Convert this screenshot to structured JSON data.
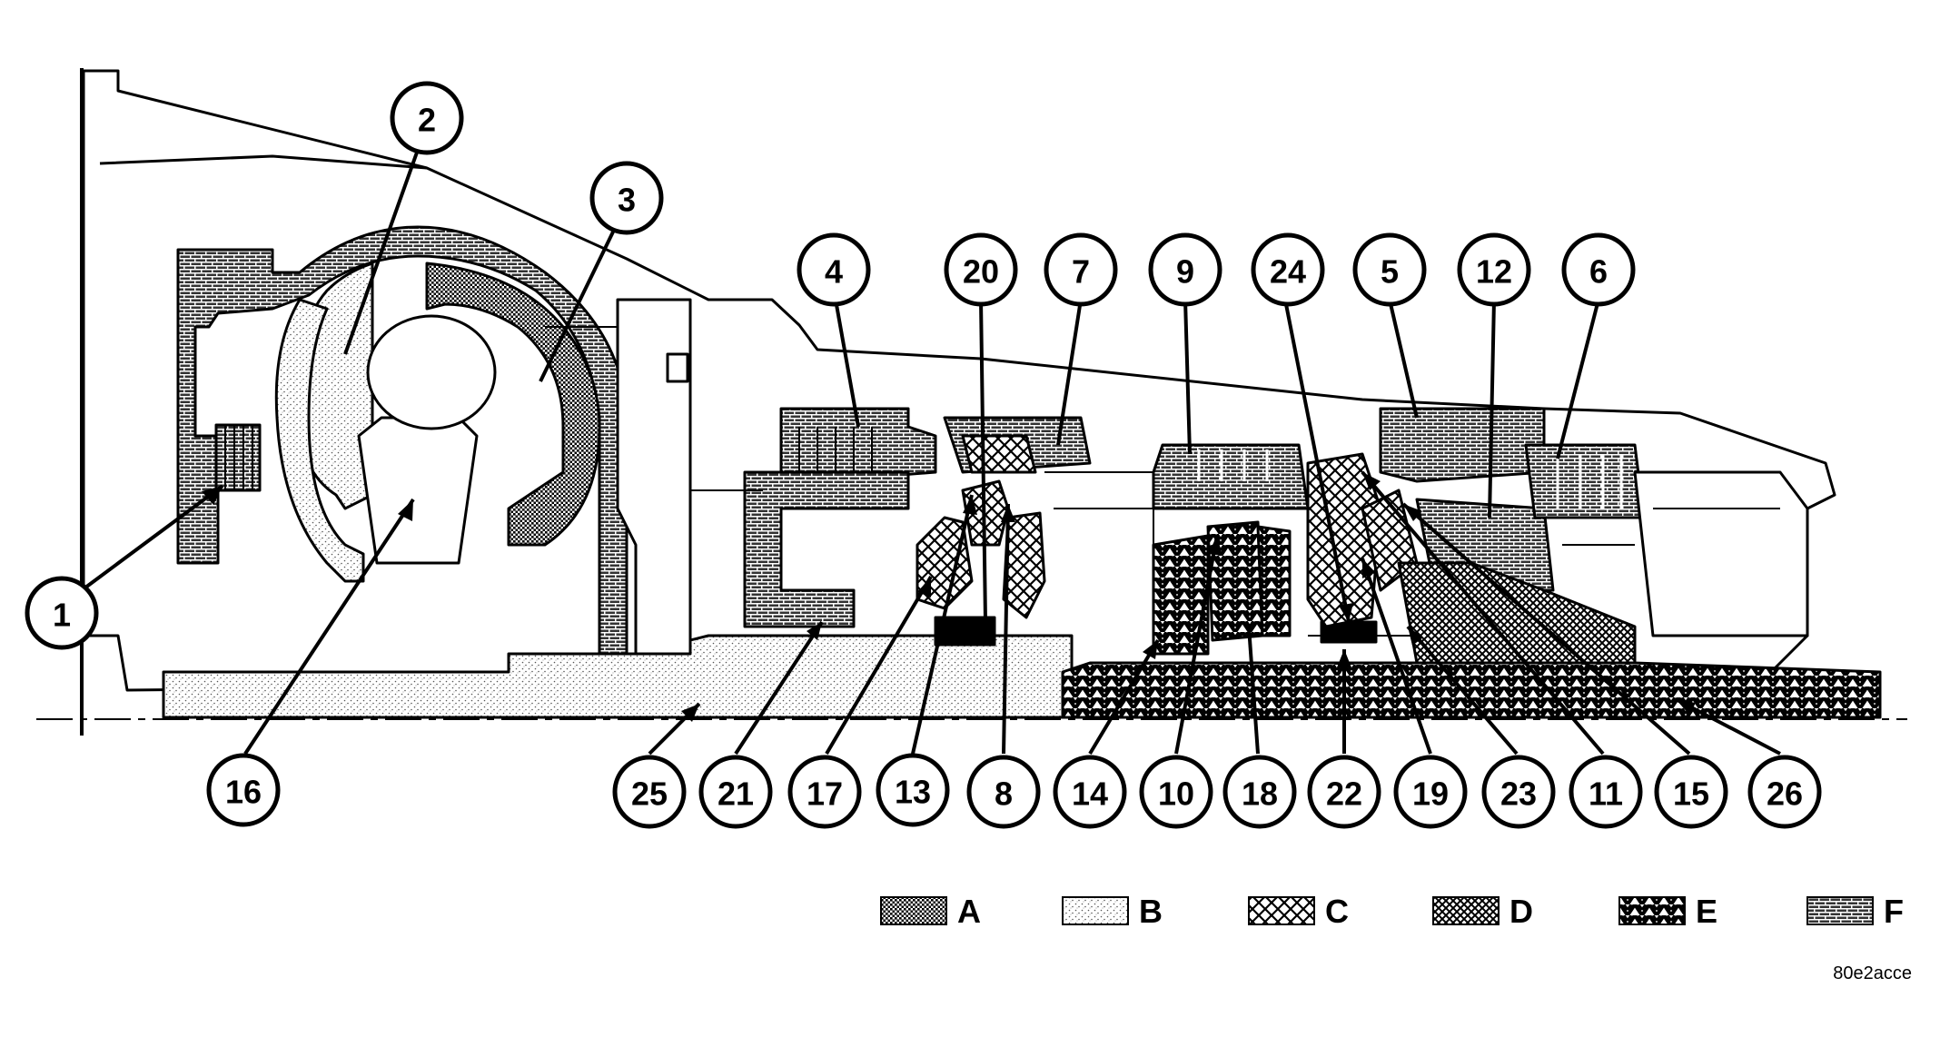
{
  "callouts": [
    {
      "label": "1"
    },
    {
      "label": "2"
    },
    {
      "label": "3"
    },
    {
      "label": "4"
    },
    {
      "label": "20"
    },
    {
      "label": "7"
    },
    {
      "label": "9"
    },
    {
      "label": "24"
    },
    {
      "label": "5"
    },
    {
      "label": "12"
    },
    {
      "label": "6"
    },
    {
      "label": "16"
    },
    {
      "label": "25"
    },
    {
      "label": "21"
    },
    {
      "label": "17"
    },
    {
      "label": "13"
    },
    {
      "label": "8"
    },
    {
      "label": "14"
    },
    {
      "label": "10"
    },
    {
      "label": "18"
    },
    {
      "label": "22"
    },
    {
      "label": "19"
    },
    {
      "label": "23"
    },
    {
      "label": "11"
    },
    {
      "label": "15"
    },
    {
      "label": "26"
    }
  ],
  "legend": [
    {
      "label": "A",
      "pattern": "dots-dense"
    },
    {
      "label": "B",
      "pattern": "stipple-light"
    },
    {
      "label": "C",
      "pattern": "crosshatch-open"
    },
    {
      "label": "D",
      "pattern": "crosshatch-dense"
    },
    {
      "label": "E",
      "pattern": "herringbone"
    },
    {
      "label": "F",
      "pattern": "brick"
    }
  ],
  "reference_code": "80e2acce"
}
